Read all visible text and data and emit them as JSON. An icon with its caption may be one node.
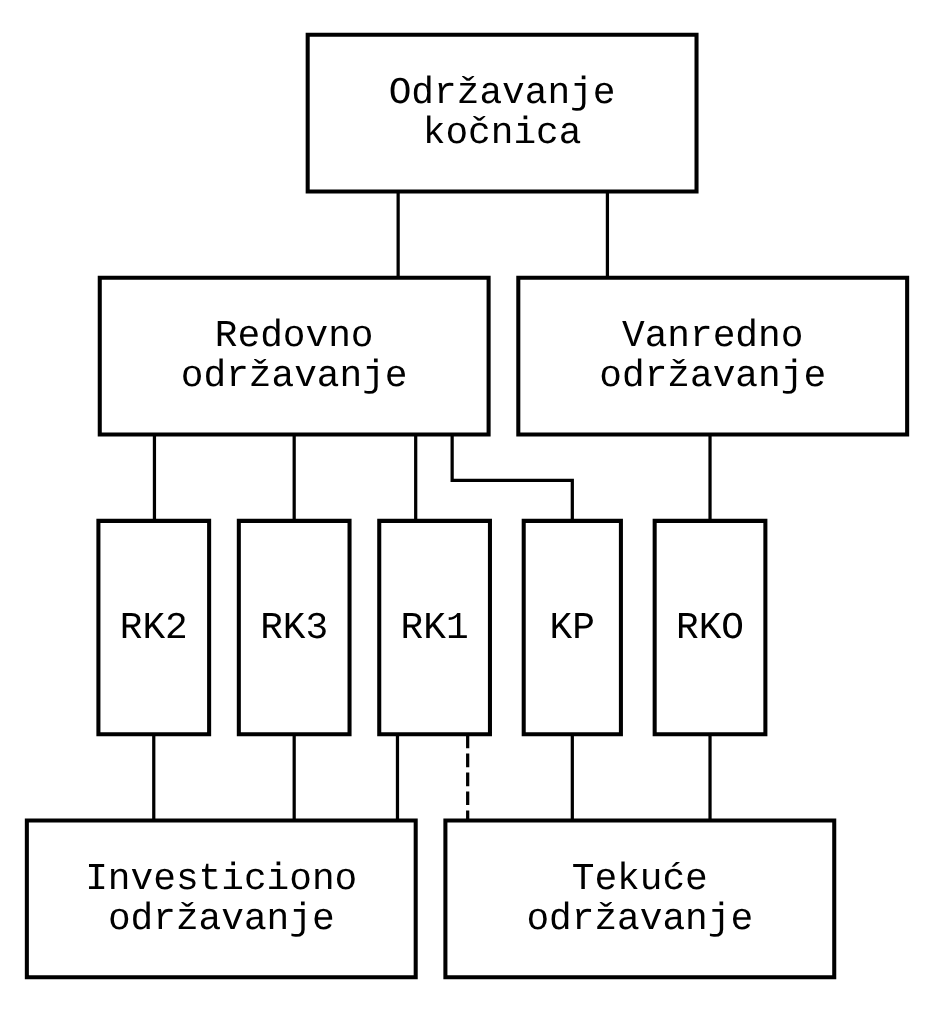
{
  "diagram": {
    "nodes": [
      {
        "text": [
          "Održavanje kočnica"
        ]
      },
      {
        "text": [
          "Redovno održavanje"
        ]
      },
      {
        "text": [
          "Vanredno održavanje"
        ]
      },
      {
        "text": [
          "KP"
        ]
      },
      {
        "text": [
          "RK1"
        ]
      },
      {
        "text": [
          "RK2"
        ]
      },
      {
        "text": [
          "RK3"
        ]
      },
      {
        "text": [
          "RKO"
        ]
      },
      {
        "text": [
          "Investiciono održavanje"
        ]
      },
      {
        "text": [
          "Tekuće održavanje"
        ]
      }
    ],
    "edges": [
      {
        "from": 0,
        "to": 1,
        "arrow": "none"
      },
      {
        "from": 0,
        "to": 2,
        "arrow": "none"
      },
      {
        "from": 1,
        "to": 3,
        "arrow": "none"
      },
      {
        "from": 1,
        "to": 4,
        "arrow": "none"
      },
      {
        "from": 1,
        "to": 5,
        "arrow": "none"
      },
      {
        "from": 1,
        "to": 6,
        "arrow": "none"
      },
      {
        "from": 2,
        "to": 7,
        "arrow": "none"
      },
      {
        "from": 4,
        "to": 8,
        "arrow": "none"
      },
      {
        "from": 5,
        "to": 8,
        "arrow": "none"
      },
      {
        "from": 6,
        "to": 8,
        "arrow": "none"
      },
      {
        "from": 3,
        "to": 9,
        "arrow": "none"
      },
      {
        "from": 4,
        "to": 9,
        "arrow": "none",
        "style": "dashed"
      },
      {
        "from": 7,
        "to": 9,
        "arrow": "none"
      }
    ]
  }
}
